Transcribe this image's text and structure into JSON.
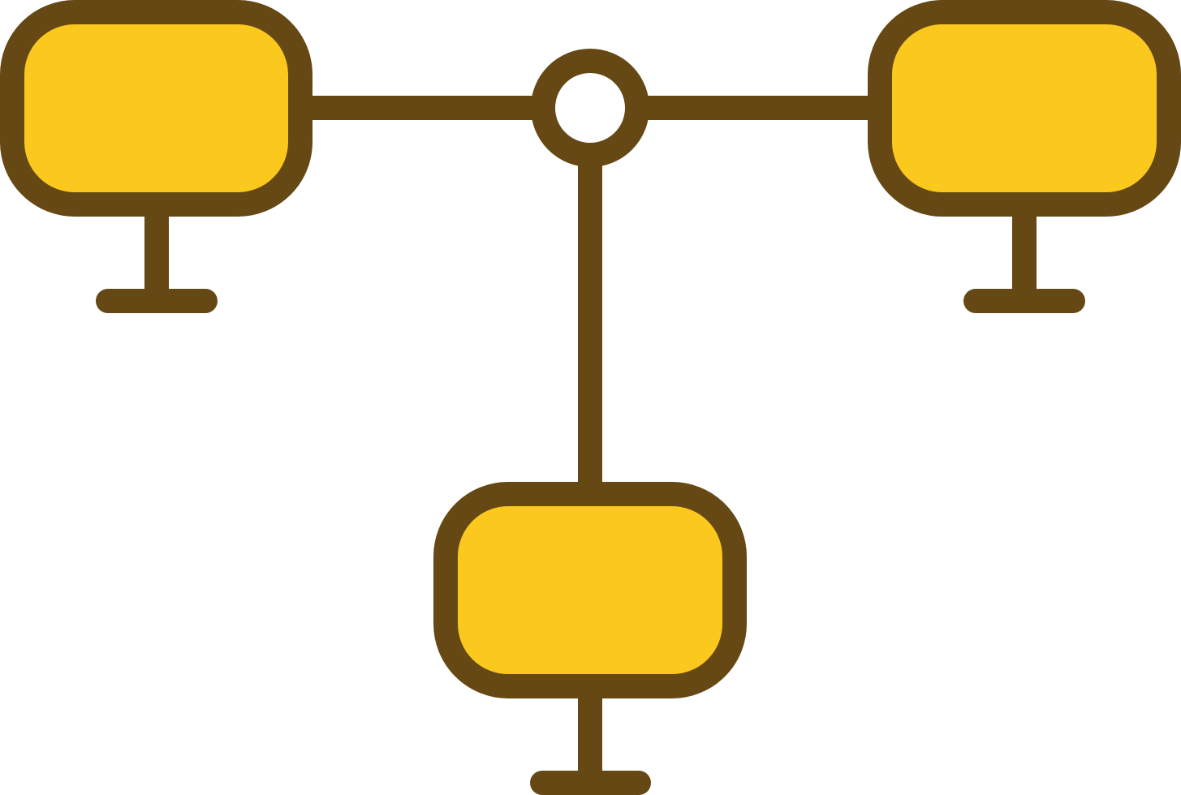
{
  "icon": {
    "name": "computer-network-icon",
    "colors": {
      "stroke": "#654814",
      "screen_fill": "#FBC81E",
      "hub_fill": "#FFFFFF",
      "background": "#FFFFFF"
    },
    "nodes": [
      {
        "id": "left",
        "icon": "monitor-icon"
      },
      {
        "id": "right",
        "icon": "monitor-icon"
      },
      {
        "id": "bottom",
        "icon": "monitor-icon"
      }
    ],
    "hub": {
      "icon": "network-hub-icon"
    }
  }
}
